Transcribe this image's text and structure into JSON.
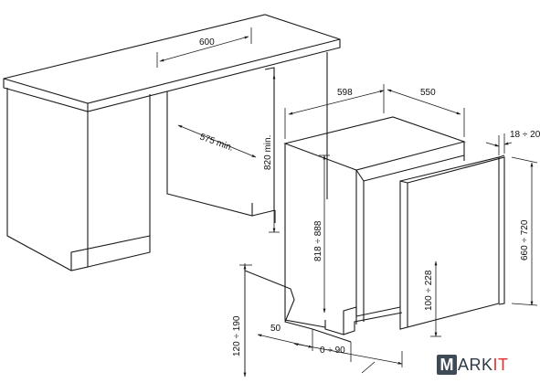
{
  "dimensions": {
    "countertop_width": "600",
    "appliance_width": "598",
    "appliance_depth": "550",
    "niche_depth": "575 min.",
    "niche_height": "820 min.",
    "appliance_height": "818 ÷ 888",
    "panel_height": "660 ÷ 720",
    "panel_thickness": "18 ÷ 20",
    "panel_clearance": "100 ÷ 228",
    "plinth_height": "120 ÷ 190",
    "plinth_gap": "50",
    "door_opening": "0 ÷ 90"
  },
  "brand": {
    "m": "M",
    "rest": "ARK",
    "accent": "IT"
  },
  "colors": {
    "line": "#1a1a1a",
    "brand_box": "#3e4a56",
    "brand_accent": "#e0312e"
  }
}
